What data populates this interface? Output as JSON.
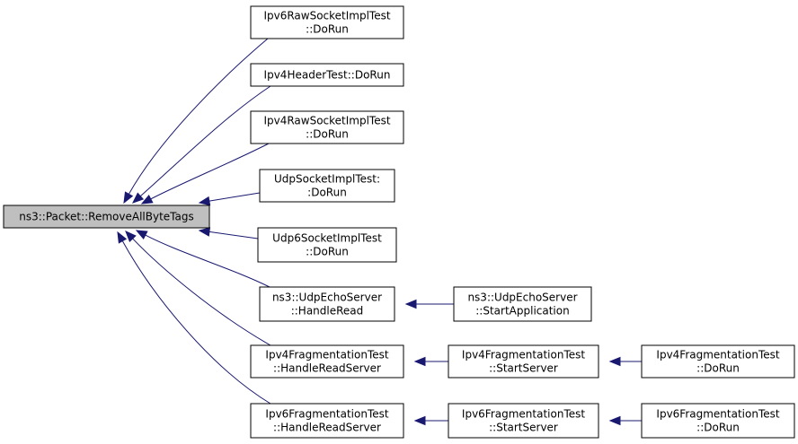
{
  "diagram": {
    "type": "call-graph",
    "colors": {
      "root_fill": "#bfbfbf",
      "node_fill": "#ffffff",
      "border": "#000000",
      "edge": "#191970"
    },
    "root": {
      "id": "root",
      "label": [
        "ns3::Packet::RemoveAllByteTags"
      ]
    },
    "nodes": [
      {
        "id": "n1",
        "label": [
          "Ipv6RawSocketImplTest",
          "::DoRun"
        ]
      },
      {
        "id": "n2",
        "label": [
          "Ipv4HeaderTest::DoRun"
        ]
      },
      {
        "id": "n3",
        "label": [
          "Ipv4RawSocketImplTest",
          "::DoRun"
        ]
      },
      {
        "id": "n4",
        "label": [
          "UdpSocketImplTest:",
          ":DoRun"
        ]
      },
      {
        "id": "n5",
        "label": [
          "Udp6SocketImplTest",
          "::DoRun"
        ]
      },
      {
        "id": "n6",
        "label": [
          "ns3::UdpEchoServer",
          "::HandleRead"
        ]
      },
      {
        "id": "n7",
        "label": [
          "ns3::UdpEchoServer",
          "::StartApplication"
        ]
      },
      {
        "id": "n8",
        "label": [
          "Ipv4FragmentationTest",
          "::HandleReadServer"
        ]
      },
      {
        "id": "n9",
        "label": [
          "Ipv4FragmentationTest",
          "::StartServer"
        ]
      },
      {
        "id": "n10",
        "label": [
          "Ipv4FragmentationTest",
          "::DoRun"
        ]
      },
      {
        "id": "n11",
        "label": [
          "Ipv6FragmentationTest",
          "::HandleReadServer"
        ]
      },
      {
        "id": "n12",
        "label": [
          "Ipv6FragmentationTest",
          "::StartServer"
        ]
      },
      {
        "id": "n13",
        "label": [
          "Ipv6FragmentationTest",
          "::DoRun"
        ]
      }
    ],
    "edges": [
      {
        "from": "n1",
        "to": "root"
      },
      {
        "from": "n2",
        "to": "root"
      },
      {
        "from": "n3",
        "to": "root"
      },
      {
        "from": "n4",
        "to": "root"
      },
      {
        "from": "n5",
        "to": "root"
      },
      {
        "from": "n6",
        "to": "root"
      },
      {
        "from": "n8",
        "to": "root"
      },
      {
        "from": "n11",
        "to": "root"
      },
      {
        "from": "n7",
        "to": "n6"
      },
      {
        "from": "n9",
        "to": "n8"
      },
      {
        "from": "n10",
        "to": "n9"
      },
      {
        "from": "n12",
        "to": "n11"
      },
      {
        "from": "n13",
        "to": "n12"
      }
    ]
  }
}
